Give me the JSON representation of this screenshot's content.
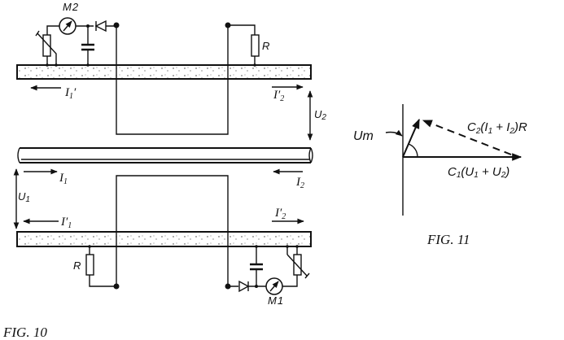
{
  "fig10": {
    "caption": "FIG. 10",
    "labels": {
      "meter_top": {
        "base": "M",
        "sub": "2"
      },
      "meter_bottom": {
        "base": "M",
        "sub": "1"
      },
      "resistor_top": "R",
      "resistor_bottom": "R",
      "i1_prime_top": {
        "base": "I",
        "sub": "1",
        "prime": "′"
      },
      "i2_prime_top": {
        "base": "I",
        "prime": "′",
        "sub": "2"
      },
      "u2": {
        "base": "U",
        "sub": "2"
      },
      "i1": {
        "base": "I",
        "sub": "1"
      },
      "i2": {
        "base": "I",
        "sub": "2"
      },
      "u1": {
        "base": "U",
        "sub": "1"
      },
      "i1_prime_bottom": {
        "base": "I",
        "prime": "′",
        "sub": "1"
      },
      "i2_prime_bottom": {
        "base": "I",
        "prime": "′",
        "sub": "2"
      }
    }
  },
  "fig11": {
    "caption": "FIG. 11",
    "labels": {
      "um": "Um",
      "c2_term": {
        "c": "C",
        "c_sub": "2",
        "open": "(I",
        "s1": "1",
        "plus": " + I",
        "s2": "2",
        "close": ")R"
      },
      "c1_term": {
        "c": "C",
        "c_sub": "1",
        "open": "(U",
        "s1": "1",
        "plus": " + U",
        "s2": "2",
        "close": ")"
      }
    }
  }
}
